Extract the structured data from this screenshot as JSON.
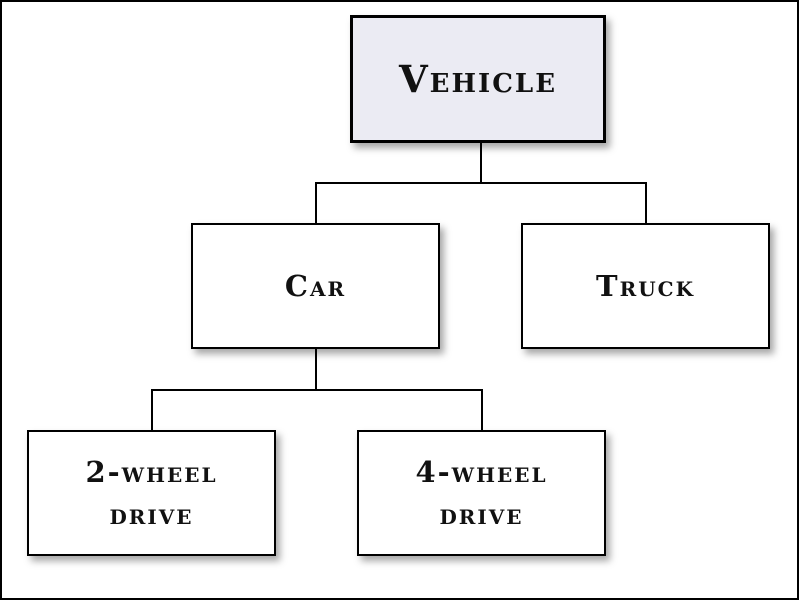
{
  "diagram": {
    "type": "hierarchy",
    "colors": {
      "root_fill": "#ebebf3",
      "node_fill": "#ffffff",
      "border": "#000000"
    },
    "nodes": {
      "vehicle": {
        "label": "Vehicle"
      },
      "car": {
        "label": "Car"
      },
      "truck": {
        "label": "Truck"
      },
      "two_wheel_drive": {
        "label": "2-wheel\ndrive"
      },
      "four_wheel_drive": {
        "label": "4-wheel\ndrive"
      }
    },
    "edges": [
      {
        "from": "vehicle",
        "to": "car"
      },
      {
        "from": "vehicle",
        "to": "truck"
      },
      {
        "from": "car",
        "to": "two_wheel_drive"
      },
      {
        "from": "car",
        "to": "four_wheel_drive"
      }
    ]
  }
}
